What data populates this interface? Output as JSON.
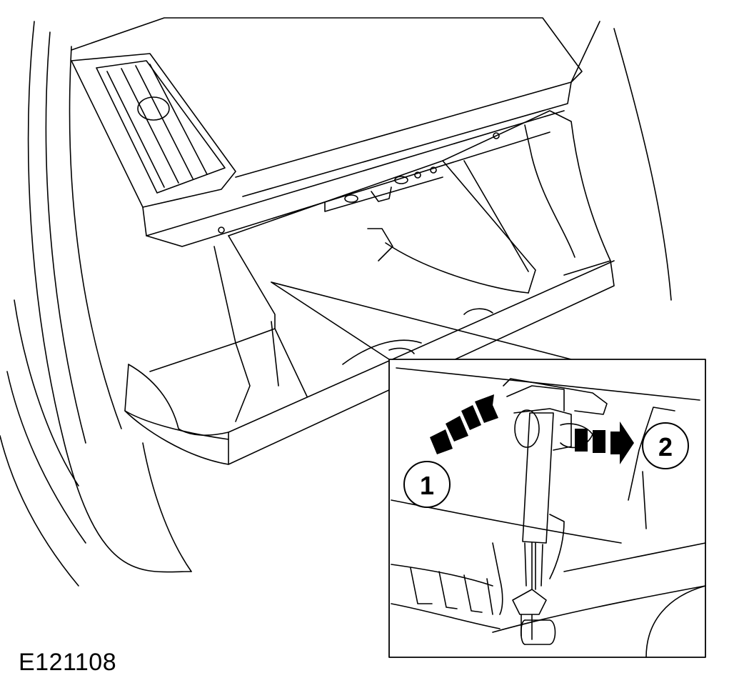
{
  "figure": {
    "id": "E121108",
    "callouts": [
      {
        "label": "1"
      },
      {
        "label": "2"
      }
    ],
    "colors": {
      "line": "#000000",
      "background": "#ffffff"
    }
  }
}
